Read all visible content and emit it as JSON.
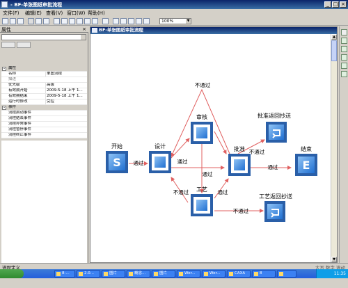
{
  "window": {
    "title": "- BF-单张图纸审批流程"
  },
  "menu": [
    {
      "label": "文件(F)"
    },
    {
      "label": "编辑(E)"
    },
    {
      "label": "查看(V)"
    },
    {
      "label": "窗口(W)"
    },
    {
      "label": "帮助(H)"
    }
  ],
  "toolbar": {
    "zoom_value": "100%"
  },
  "properties": {
    "header": "属性",
    "rows": [
      {
        "type": "cat",
        "key": "属性",
        "value": ""
      },
      {
        "type": "prop",
        "key": "名称",
        "value": "单图流程"
      },
      {
        "type": "prop",
        "key": "描述",
        "value": ""
      },
      {
        "type": "prop",
        "key": "优先级",
        "value": "高级"
      },
      {
        "type": "prop",
        "key": "有效期开始",
        "value": "2009-5-18 上午 1..."
      },
      {
        "type": "prop",
        "key": "有效期结束",
        "value": "2009-5-18 上午 1..."
      },
      {
        "type": "prop",
        "key": "运行时修改",
        "value": "受控"
      },
      {
        "type": "cat",
        "key": "事件",
        "value": ""
      },
      {
        "type": "prop",
        "key": "流程启动事件",
        "value": ""
      },
      {
        "type": "prop",
        "key": "流程结束事件",
        "value": ""
      },
      {
        "type": "prop",
        "key": "流程异常事件",
        "value": ""
      },
      {
        "type": "prop",
        "key": "流程暂停事件",
        "value": ""
      },
      {
        "type": "prop",
        "key": "流程终止事件",
        "value": ""
      }
    ]
  },
  "document": {
    "title": "BF-单张图纸审批流程"
  },
  "diagram": {
    "nodes": {
      "start": {
        "label": "开始",
        "glyph": "S"
      },
      "design": {
        "label": "设计"
      },
      "review": {
        "label": "审核"
      },
      "approve": {
        "label": "批准"
      },
      "process": {
        "label": "工艺"
      },
      "end": {
        "label": "结束",
        "glyph": "E"
      },
      "approve_return": {
        "label": "批准返回抄送"
      },
      "process_return": {
        "label": "工艺返回抄送"
      }
    },
    "edges": {
      "start_design": "通过",
      "design_review": "通过",
      "review_process": "通过",
      "approve_fail_top": "不通过",
      "process_fail_design": "不通过",
      "approve_return": "不通过",
      "approve_end": "通过",
      "process_approve": "通过",
      "process_return": "不通过"
    }
  },
  "status": {
    "left": "流程定义",
    "right": "大写 数字 滚动"
  },
  "taskbar": {
    "tasks": [
      {
        "label": "8-..."
      },
      {
        "label": "2.0..."
      },
      {
        "label": "图片"
      },
      {
        "label": "概念..."
      },
      {
        "label": "图片"
      },
      {
        "label": "Wor..."
      },
      {
        "label": "Wor..."
      },
      {
        "label": "CAXA"
      },
      {
        "label": "8"
      },
      {
        "label": ""
      }
    ],
    "clock": "11:35"
  },
  "colors": {
    "accent": "#0a246a",
    "node_blue": "#1f6fd1",
    "edge": "#e06060"
  }
}
